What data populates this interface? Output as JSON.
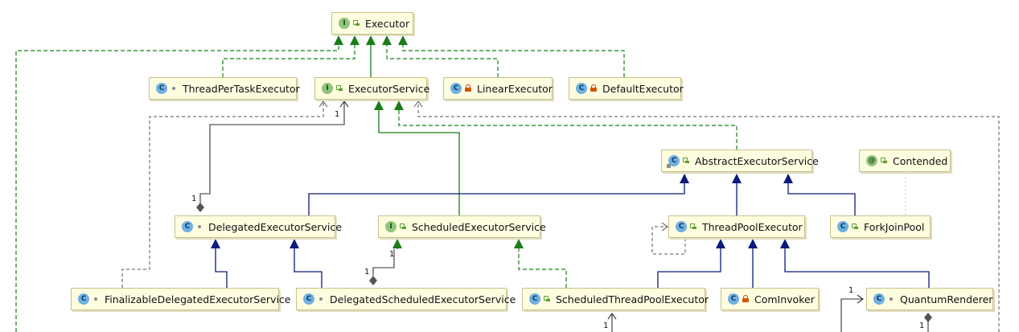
{
  "nodes": {
    "executor": {
      "name": "Executor",
      "kind": "interface",
      "vis": "public"
    },
    "thread_per_task_executor": {
      "name": "ThreadPerTaskExecutor",
      "kind": "class",
      "vis": "package"
    },
    "executor_service": {
      "name": "ExecutorService",
      "kind": "interface",
      "vis": "public"
    },
    "linear_executor": {
      "name": "LinearExecutor",
      "kind": "class",
      "vis": "private"
    },
    "default_executor": {
      "name": "DefaultExecutor",
      "kind": "class",
      "vis": "private"
    },
    "abstract_executor_service": {
      "name": "AbstractExecutorService",
      "kind": "abstract",
      "vis": "public"
    },
    "contended": {
      "name": "Contended",
      "kind": "annotation",
      "vis": "public"
    },
    "delegated_executor_service": {
      "name": "DelegatedExecutorService",
      "kind": "class",
      "vis": "package"
    },
    "scheduled_executor_service": {
      "name": "ScheduledExecutorService",
      "kind": "interface",
      "vis": "public"
    },
    "thread_pool_executor": {
      "name": "ThreadPoolExecutor",
      "kind": "class",
      "vis": "public"
    },
    "fork_join_pool": {
      "name": "ForkJoinPool",
      "kind": "class",
      "vis": "public"
    },
    "finalizable_delegated_executor_service": {
      "name": "FinalizableDelegatedExecutorService",
      "kind": "class",
      "vis": "package"
    },
    "delegated_scheduled_executor_service": {
      "name": "DelegatedScheduledExecutorService",
      "kind": "class",
      "vis": "package"
    },
    "scheduled_thread_pool_executor": {
      "name": "ScheduledThreadPoolExecutor",
      "kind": "class",
      "vis": "public"
    },
    "com_invoker": {
      "name": "ComInvoker",
      "kind": "class",
      "vis": "private"
    },
    "quantum_renderer": {
      "name": "QuantumRenderer",
      "kind": "class",
      "vis": "package"
    }
  },
  "multiplicities": {
    "es_delegated_target": "1",
    "delegated_source": "1",
    "ses_delegated_target": "1",
    "dses_source": "1",
    "stpe_bottom": "1",
    "qr_left": "1",
    "qr_bottom": "1"
  },
  "badges": {
    "interface": "I",
    "class": "C",
    "abstract": "C",
    "annotation": "@"
  },
  "colors": {
    "realization": "#1a7d1a",
    "extends_interface": "#1a7d1a",
    "extends_class": "#0a1a7a",
    "association": "#333333",
    "dependency": "#555555",
    "node_fill": "#fffde0",
    "node_border": "#c8c08a"
  }
}
